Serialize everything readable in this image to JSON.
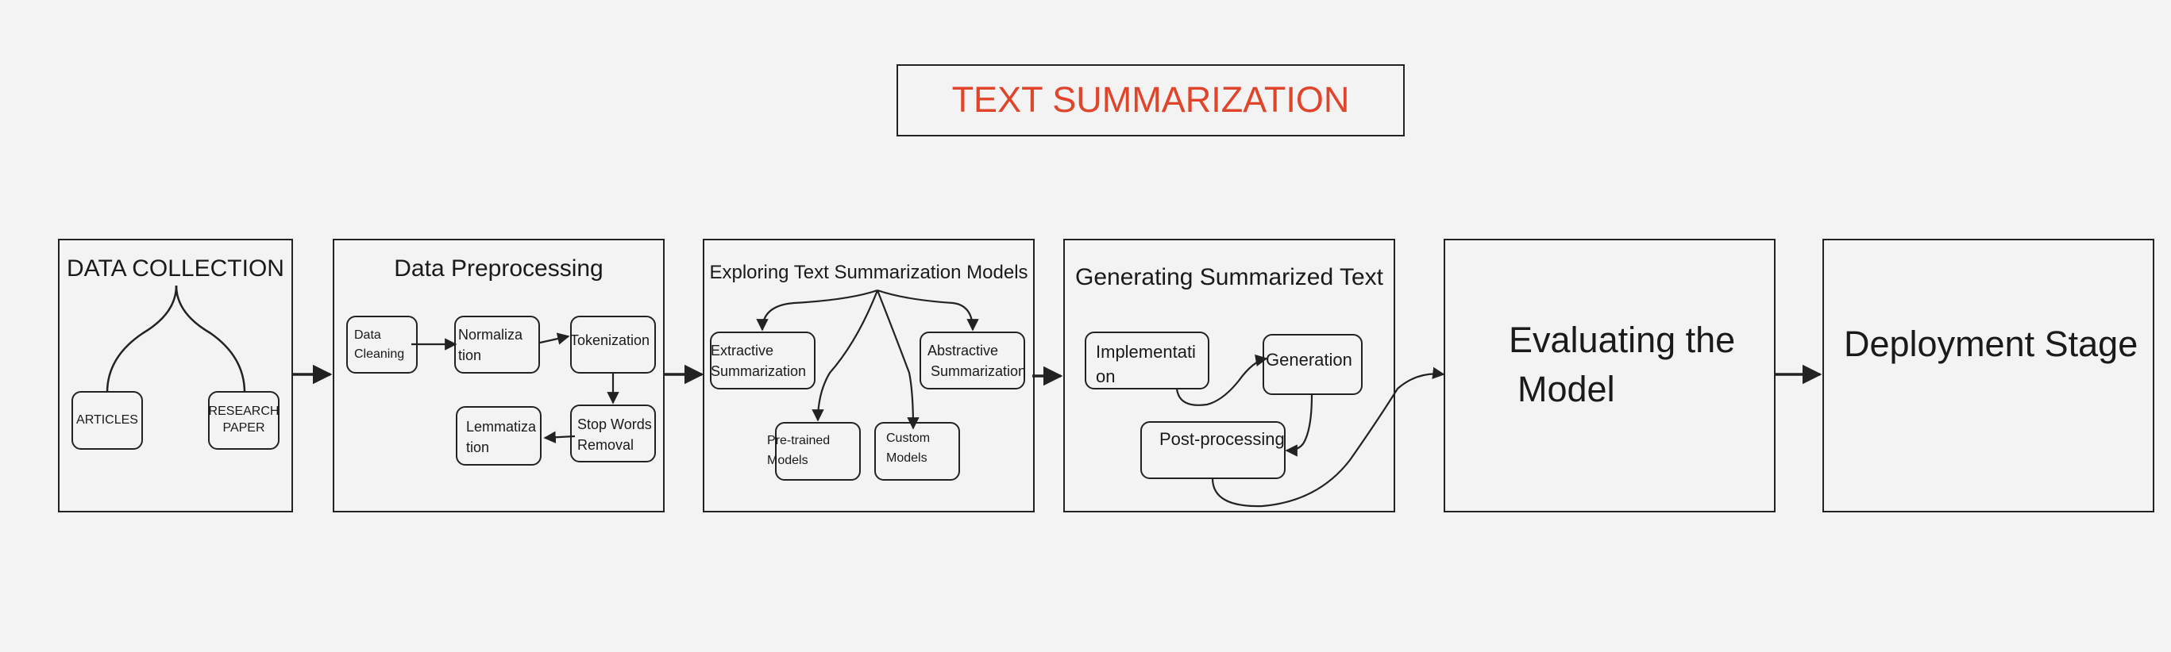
{
  "title": "TEXT SUMMARIZATION",
  "stages": {
    "data_collection": {
      "title": "DATA COLLECTION",
      "articles": "ARTICLES",
      "research_paper": [
        "RESEARCH",
        "PAPER"
      ]
    },
    "data_preprocessing": {
      "title": "Data Preprocessing",
      "data_cleaning": [
        "Data",
        "Cleaning"
      ],
      "normalization": [
        "Normaliza",
        "tion"
      ],
      "tokenization": "Tokenization",
      "stop_words_removal": [
        "Stop Words",
        "Removal"
      ],
      "lemmatization": [
        "Lemmatiza",
        "tion"
      ]
    },
    "exploring_models": {
      "title": "Exploring Text Summarization Models",
      "extractive": [
        "Extractive",
        "Summarization"
      ],
      "abstractive": [
        "Abstractive",
        "Summarization"
      ],
      "pretrained": [
        "Pre-trained",
        "Models"
      ],
      "custom": [
        "Custom",
        "Models"
      ]
    },
    "generating": {
      "title": "Generating Summarized Text",
      "implementation": [
        "Implementati",
        "on"
      ],
      "generation": "Generation",
      "post_processing": "Post-processing"
    },
    "evaluating": {
      "title": [
        "Evaluating the",
        "Model"
      ]
    },
    "deployment": {
      "title": "Deployment Stage"
    }
  },
  "colors": {
    "title": "#e0452b",
    "stroke": "#222222",
    "background": "#f3f3f3"
  }
}
